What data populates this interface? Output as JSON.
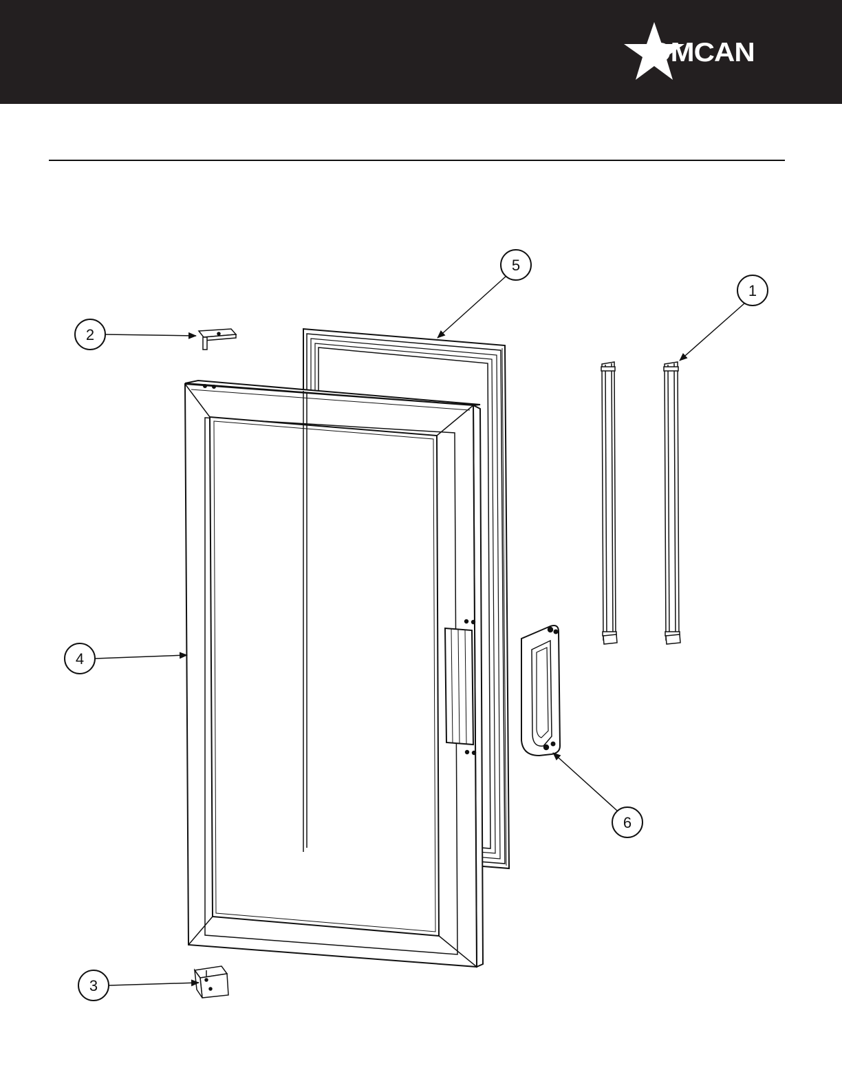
{
  "brand": {
    "logo_text": "OMCAN",
    "header_color": "#231f20"
  },
  "callouts": [
    {
      "label": "1",
      "part": "frame-strip"
    },
    {
      "label": "2",
      "part": "top-hinge"
    },
    {
      "label": "3",
      "part": "bottom-hinge"
    },
    {
      "label": "4",
      "part": "door-frame"
    },
    {
      "label": "5",
      "part": "door-gasket"
    },
    {
      "label": "6",
      "part": "door-handle"
    }
  ]
}
